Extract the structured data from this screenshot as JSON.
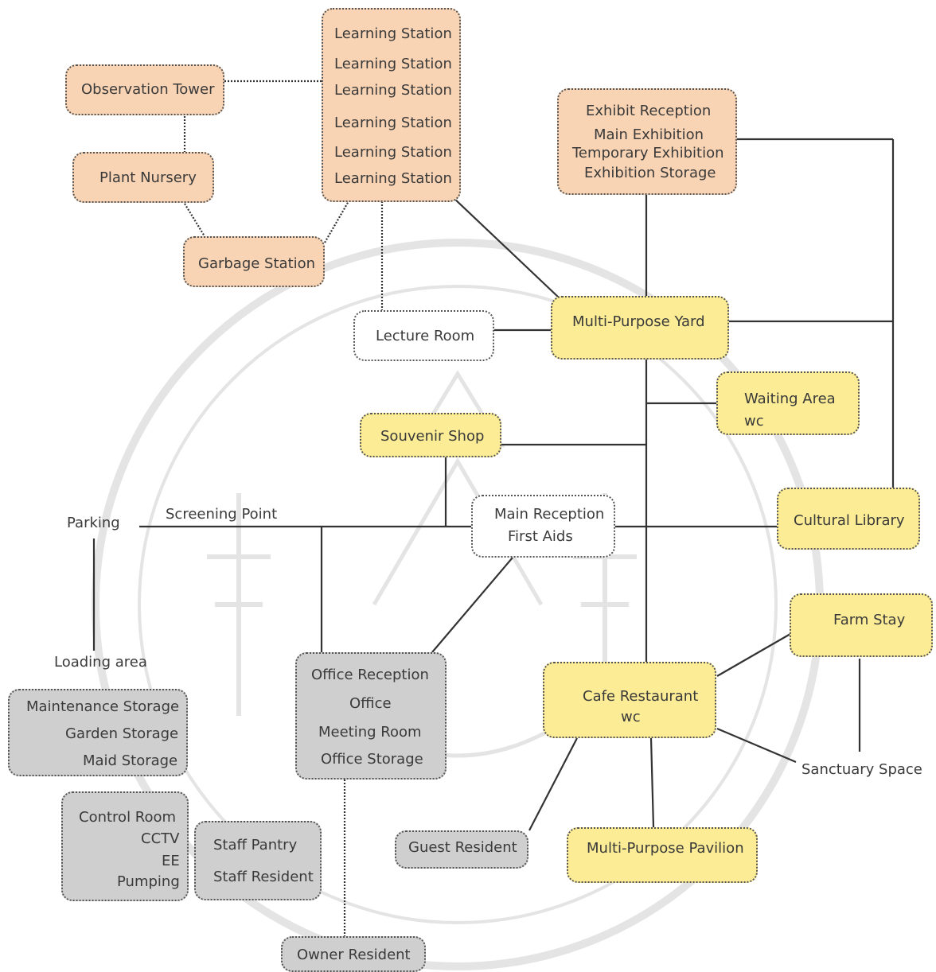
{
  "orange": {
    "observation_tower": "Observation Tower",
    "plant_nursery": "Plant Nursery",
    "garbage_station": "Garbage Station",
    "learning_stations": [
      "Learning Station",
      "Learning Station",
      "Learning Station",
      "Learning Station",
      "Learning Station",
      "Learning Station"
    ],
    "exhibit": [
      "Exhibit Reception",
      "Main Exhibition",
      "Temporary Exhibition",
      "Exhibition Storage"
    ]
  },
  "yellow": {
    "multi_purpose_yard": "Multi-Purpose Yard",
    "waiting_area": [
      "Waiting Area",
      "wc"
    ],
    "souvenir_shop": "Souvenir Shop",
    "cultural_library": "Cultural Library",
    "farm_stay": "Farm Stay",
    "cafe_restaurant": [
      "Cafe Restaurant",
      "wc"
    ],
    "multi_purpose_pavilion": "Multi-Purpose Pavilion"
  },
  "white": {
    "lecture_room": "Lecture Room",
    "main_reception": [
      "Main Reception",
      "First Aids"
    ]
  },
  "gray": {
    "maintenance": [
      "Maintenance Storage",
      "Garden Storage",
      "Maid Storage"
    ],
    "control": [
      "Control Room",
      "CCTV",
      "EE",
      "Pumping"
    ],
    "staff": [
      "Staff Pantry",
      "Staff Resident"
    ],
    "office": [
      "Office Reception",
      "Office",
      "Meeting Room",
      "Office Storage"
    ],
    "guest_resident": "Guest Resident",
    "owner_resident": "Owner Resident"
  },
  "labels": {
    "parking": "Parking",
    "screening_point": "Screening Point",
    "loading_area": "Loading area",
    "sanctuary_space": "Sanctuary Space"
  },
  "colors": {
    "orange_fill": "#f9d4b4",
    "yellow_fill": "#fbec95",
    "gray_fill": "#cfcfcf",
    "line": "#222222",
    "watermark": "#c8c8c8"
  }
}
